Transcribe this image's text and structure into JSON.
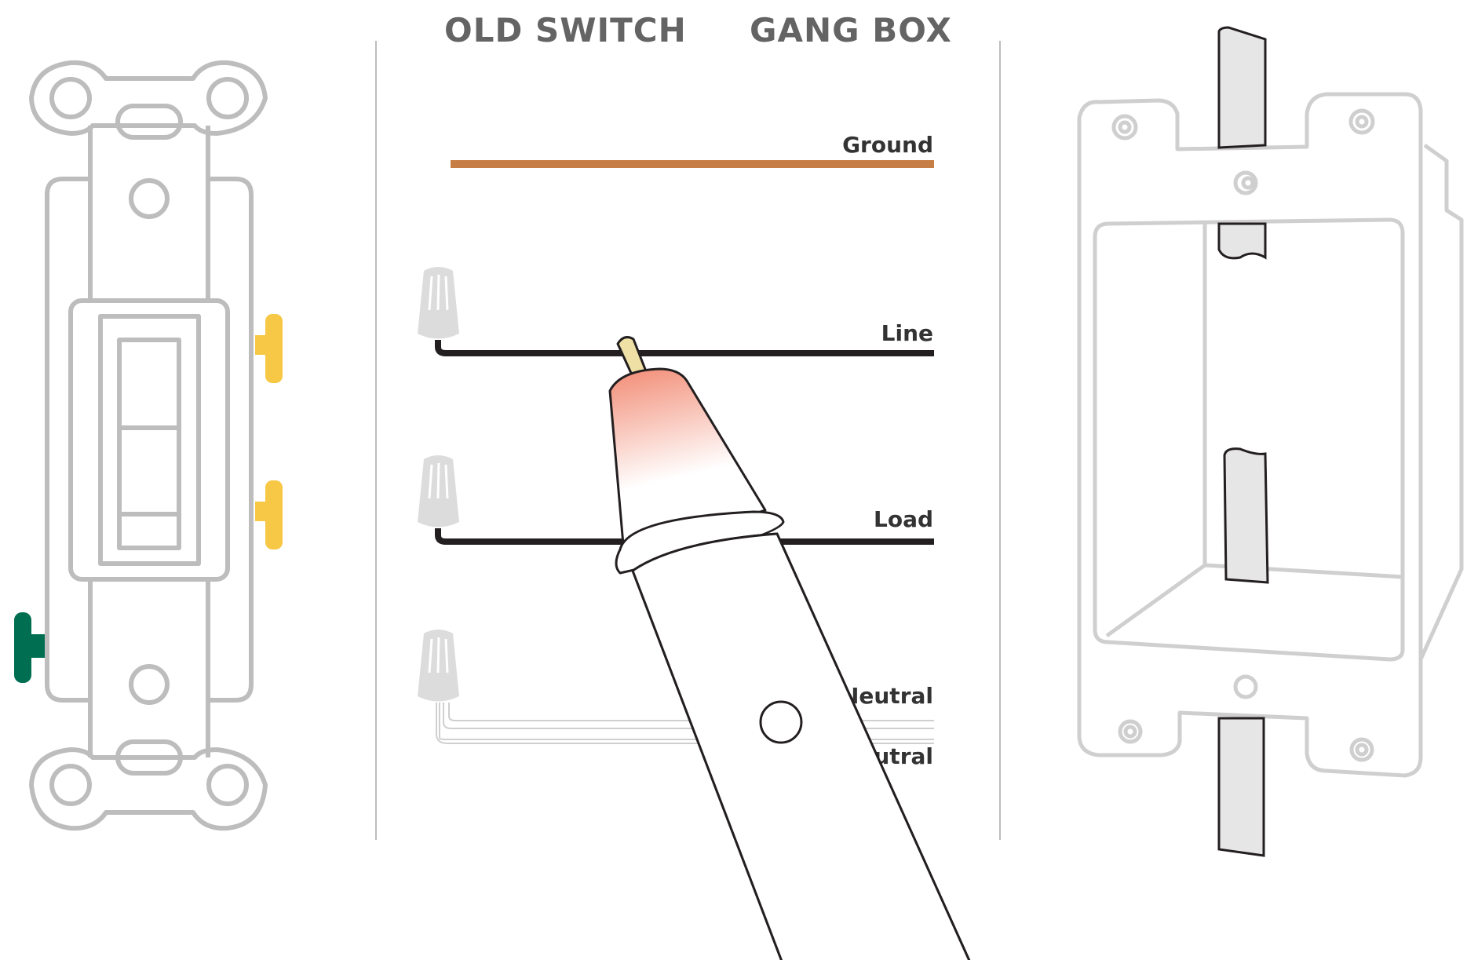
{
  "headers": {
    "old_switch": "OLD SWITCH",
    "gang_box": "GANG BOX"
  },
  "wires": {
    "ground": "Ground",
    "line": "Line",
    "load": "Load",
    "neutral_1": "Neutral",
    "neutral_2": "Neutral"
  },
  "colors": {
    "outline": "#BDBDBD",
    "ground_wire": "#C77E45",
    "hot_wire": "#231F20",
    "terminal_brass": "#F7C845",
    "terminal_ground": "#006E51",
    "header_text": "#646464",
    "tester_glow": "#F28B74"
  },
  "icons": {
    "switch": "light-switch-icon",
    "gang_box": "electrical-box-icon",
    "wire_nut": "wire-nut-icon",
    "tester": "voltage-tester-icon"
  }
}
